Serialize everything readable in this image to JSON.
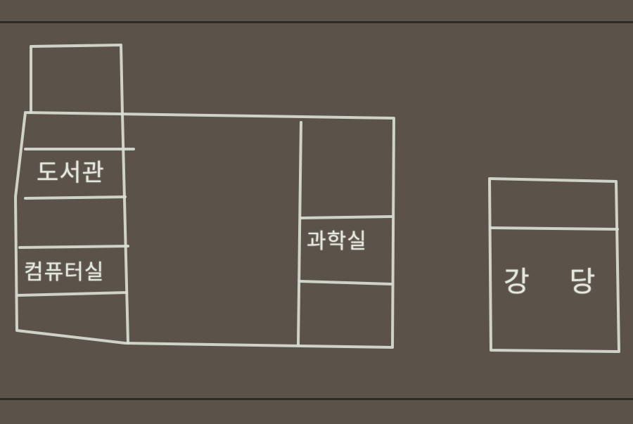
{
  "map": {
    "rooms": {
      "library": "도서관",
      "computer_room": "컴퓨터실",
      "science_room": "과학실",
      "auditorium": "강 당"
    }
  },
  "colors": {
    "board": "#415a3e",
    "chalk": "#d9ddd2",
    "frame": "#5b5249"
  }
}
